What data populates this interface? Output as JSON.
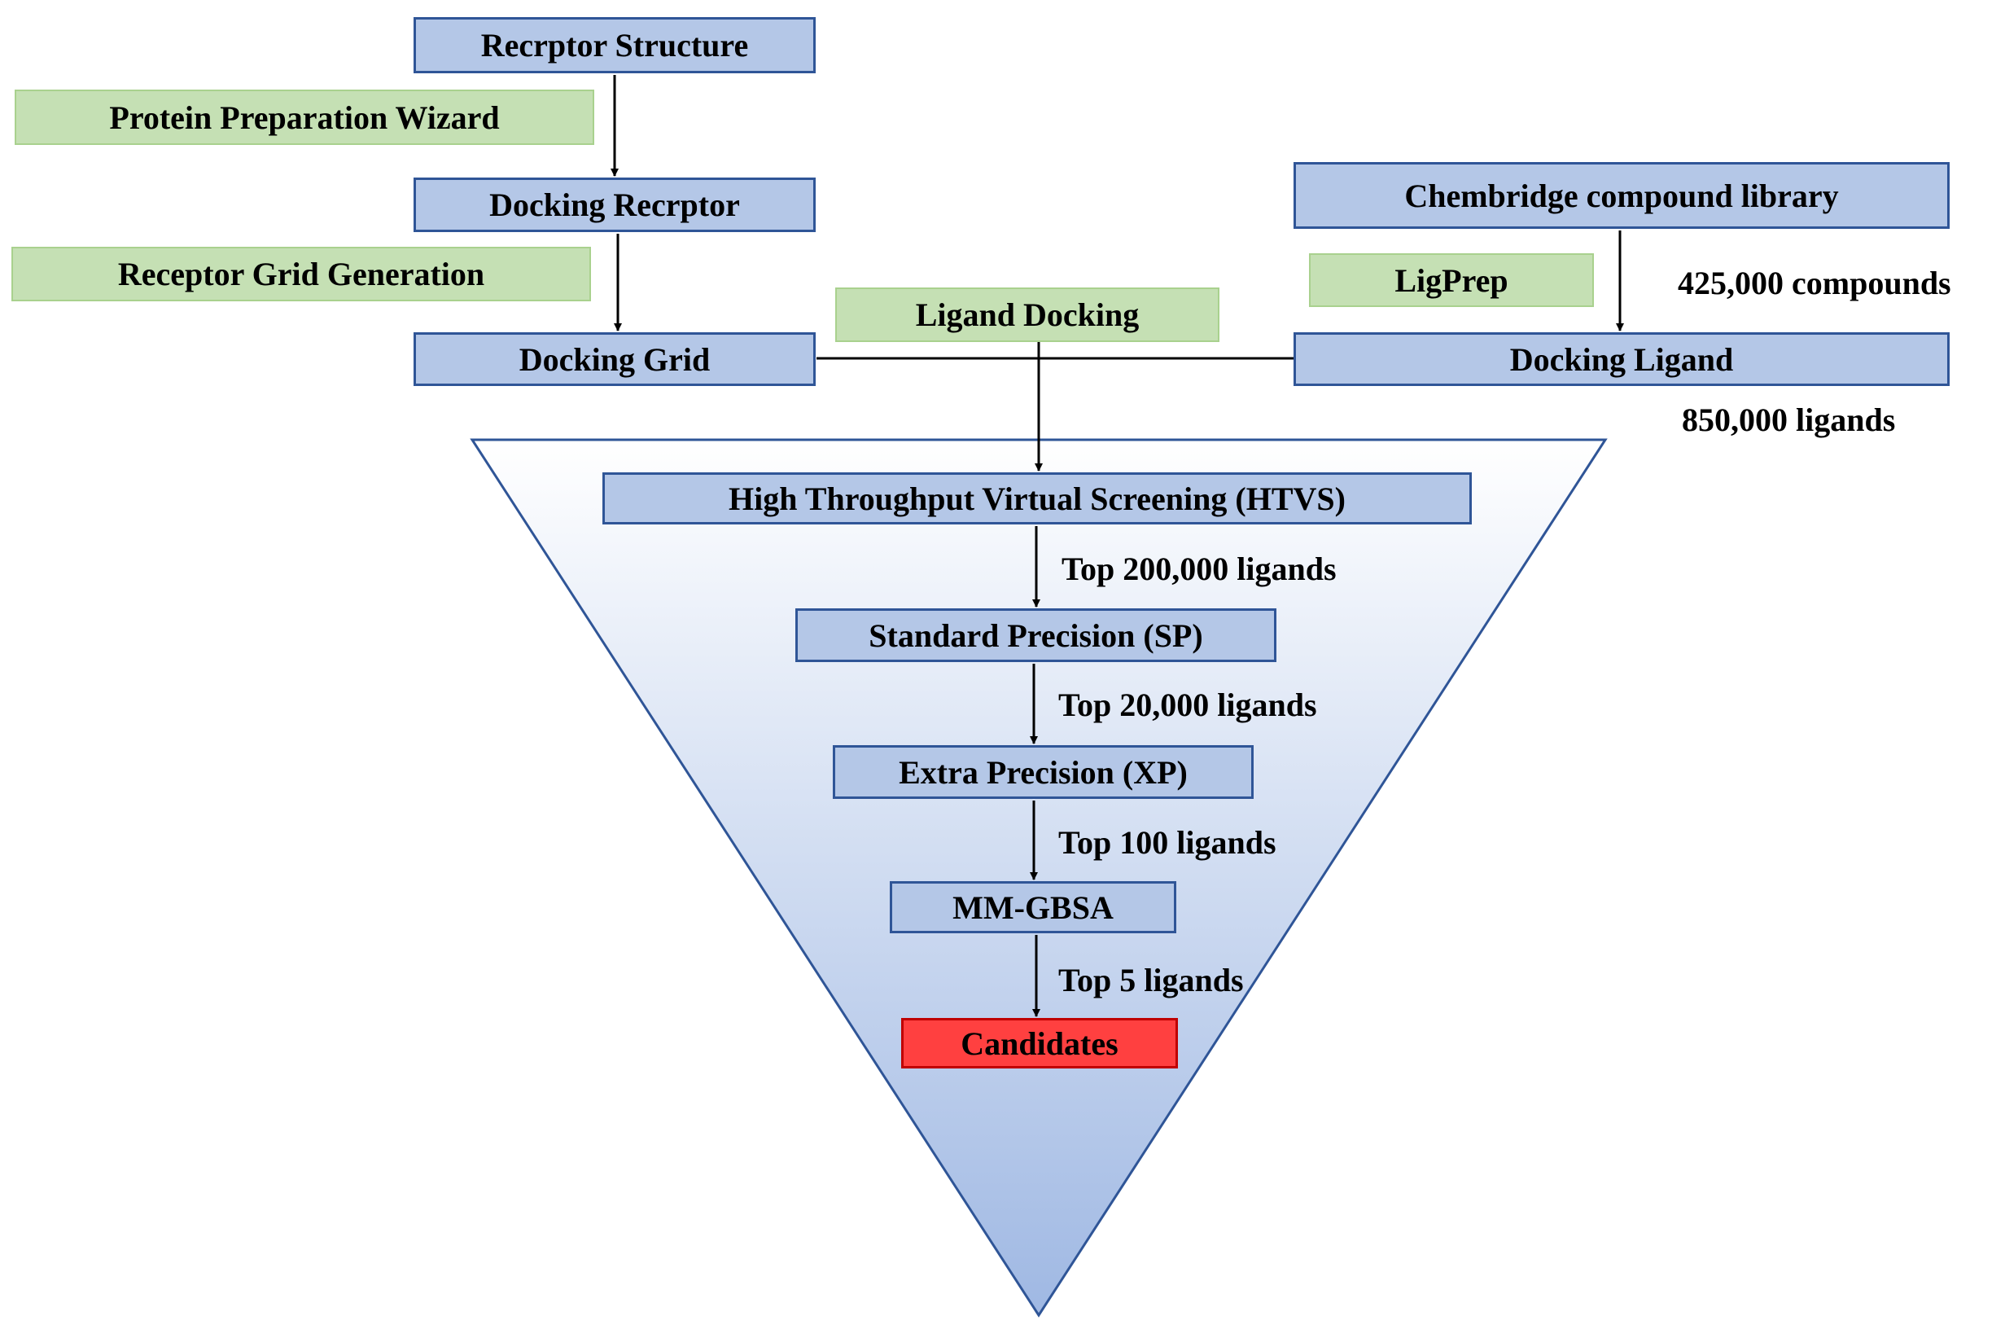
{
  "boxes": {
    "receptor_structure": "Recrptor Structure",
    "protein_prep_wizard": "Protein Preparation Wizard",
    "docking_receptor": "Docking Recrptor",
    "receptor_grid_generation": "Receptor Grid Generation",
    "docking_grid": "Docking Grid",
    "ligand_docking": "Ligand Docking",
    "chembridge_library": "Chembridge compound library",
    "ligprep": "LigPrep",
    "docking_ligand": "Docking Ligand",
    "htvs": "High Throughput Virtual Screening (HTVS)",
    "sp": "Standard Precision (SP)",
    "xp": "Extra Precision (XP)",
    "mmgbsa": "MM-GBSA",
    "candidates": "Candidates"
  },
  "notes": {
    "compounds": "425,000 compounds",
    "ligands_total": "850,000 ligands",
    "top_htvs": "Top 200,000 ligands",
    "top_sp": "Top 20,000 ligands",
    "top_xp": "Top 100 ligands",
    "top_mmgbsa": "Top 5 ligands"
  },
  "colors": {
    "process_box": "#b4c7e7",
    "process_border": "#2f5597",
    "tool_box": "#c5e0b4",
    "result_box": "#ff4040",
    "funnel_top": "#ffffff",
    "funnel_bottom": "#9fb8e3"
  }
}
